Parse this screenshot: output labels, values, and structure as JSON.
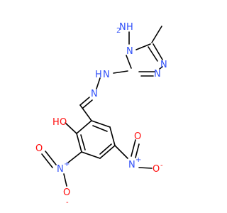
{
  "colors": {
    "bond": "#000000",
    "nitrogen": "#3050f8",
    "oxygen": "#ff0d0d",
    "carbon": "#000000",
    "background": "#ffffff"
  },
  "labels": {
    "amino_n": "N",
    "amino_h": "H",
    "amino_sub": "2",
    "triazole_n4": "N",
    "triazole_n1": "N",
    "triazole_n2": "N",
    "hydrazone_nh_n": "N",
    "hydrazone_nh_h": "H",
    "hydrazone_n": "N",
    "hydroxyl_o": "O",
    "hydroxyl_h": "H",
    "nitro_left_n": "N",
    "nitro_left_charge": "+",
    "nitro_left_o_top": "O",
    "nitro_left_o_bottom": "O",
    "nitro_left_o_charge": "-",
    "nitro_right_n": "N",
    "nitro_right_charge": "+",
    "nitro_right_o_top": "O",
    "nitro_right_o_right": "O",
    "nitro_right_o_charge": "-"
  }
}
